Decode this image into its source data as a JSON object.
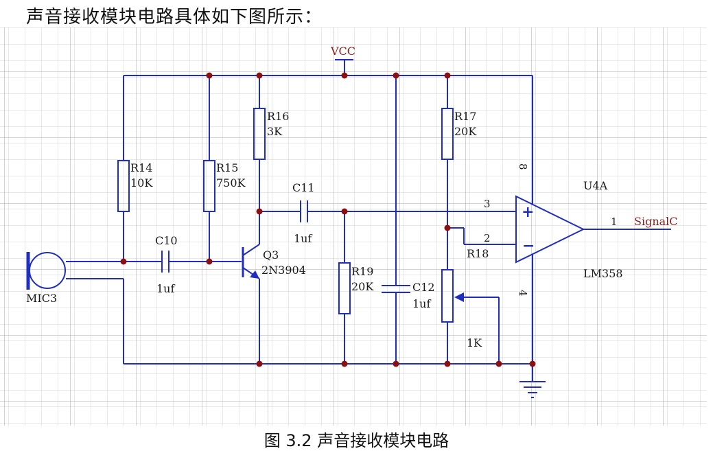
{
  "intro_text": "声音接收模块电路具体如下图所示：",
  "caption": "图 3.2  声音接收模块电路",
  "colors": {
    "wire": "#1f2ebd",
    "junction": "#8b1010",
    "net_label": "#8b1c1c",
    "grid": "#d2d2d2",
    "grid_major": "#a6a6a6"
  },
  "components": {
    "vcc": "VCC",
    "mic": "MIC3",
    "r14": {
      "ref": "R14",
      "value": "10K"
    },
    "r15": {
      "ref": "R15",
      "value": "750K"
    },
    "r16": {
      "ref": "R16",
      "value": "3K"
    },
    "r17": {
      "ref": "R17",
      "value": "20K"
    },
    "r18": {
      "ref": "R18",
      "value": "1K"
    },
    "r19": {
      "ref": "R19",
      "value": "20K"
    },
    "c10": {
      "ref": "C10",
      "value": "1uf"
    },
    "c11": {
      "ref": "C11",
      "value": "1uf"
    },
    "c12": {
      "ref": "C12",
      "value": "1uf"
    },
    "q3": {
      "ref": "Q3",
      "part": "2N3904"
    },
    "u4a": {
      "ref": "U4A",
      "part": "LM358"
    },
    "output_net": "SignalC"
  },
  "opamp_pins": {
    "plus_symbol": "+",
    "minus_symbol": "−",
    "pin3": "3",
    "pin2": "2",
    "pin1": "1",
    "pin8": "8",
    "pin4": "4"
  }
}
